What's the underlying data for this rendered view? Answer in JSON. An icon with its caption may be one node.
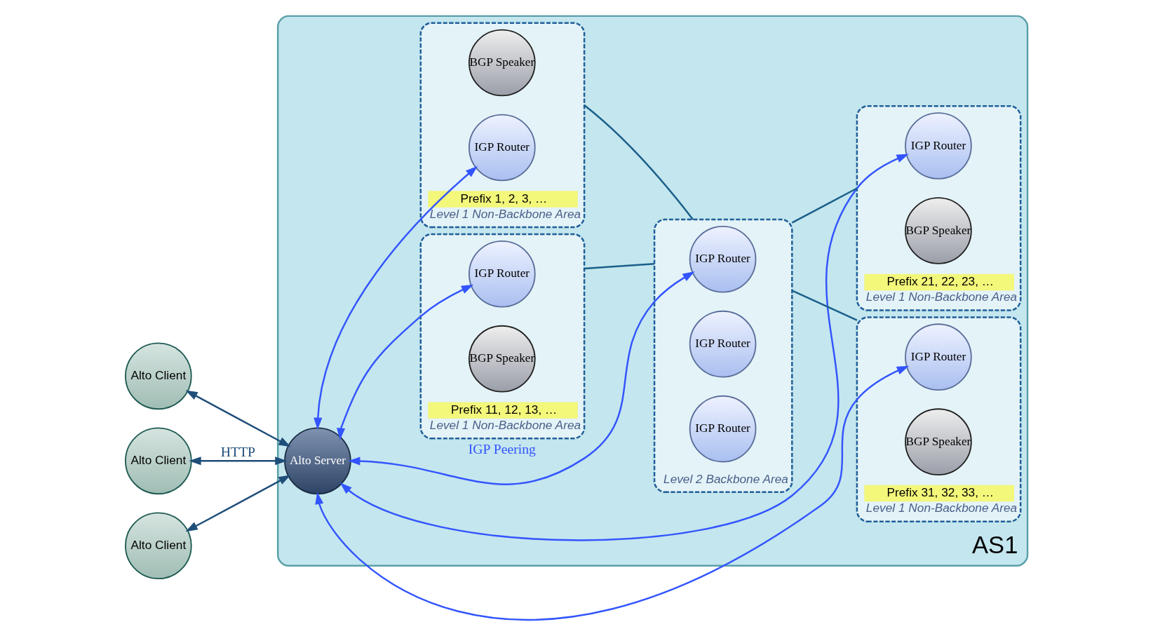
{
  "diagram": {
    "nodes": [
      {
        "text": [
          "AS1"
        ]
      },
      {
        "text": [
          "Alto Client"
        ]
      },
      {
        "text": [
          "Alto Client"
        ]
      },
      {
        "text": [
          "Alto Client"
        ]
      },
      {
        "text": [
          "Alto Server"
        ],
        "in": 0
      },
      {
        "text": [
          "Level 1 Non-Backbone Area"
        ],
        "in": 0,
        "beside": [
          "Prefix 1, 2, 3, …"
        ]
      },
      {
        "text": [
          "BGP Speaker"
        ],
        "in": 5
      },
      {
        "text": [
          "IGP Router"
        ],
        "in": 5
      },
      {
        "text": [
          "Level 1 Non-Backbone Area"
        ],
        "in": 0,
        "beside": [
          "Prefix 11, 12, 13, …"
        ]
      },
      {
        "text": [
          "IGP Router"
        ],
        "in": 8
      },
      {
        "text": [
          "BGP Speaker"
        ],
        "in": 8
      },
      {
        "text": [
          "Level 2 Backbone Area"
        ],
        "in": 0
      },
      {
        "text": [
          "IGP Router"
        ],
        "in": 11
      },
      {
        "text": [
          "IGP Router"
        ],
        "in": 11
      },
      {
        "text": [
          "IGP Router"
        ],
        "in": 11
      },
      {
        "text": [
          "Level 1 Non-Backbone Area"
        ],
        "in": 0,
        "beside": [
          "Prefix 31, 32, 33, …"
        ]
      },
      {
        "text": [
          "IGP Router"
        ],
        "in": 15
      },
      {
        "text": [
          "BGP Speaker"
        ],
        "in": 15
      },
      {
        "text": [
          "Level 1 Non-Backbone Area"
        ],
        "in": 0,
        "beside": [
          "Prefix 21, 22, 23, …"
        ]
      },
      {
        "text": [
          "IGP Router"
        ],
        "in": 18
      },
      {
        "text": [
          "BGP Speaker"
        ],
        "in": 18
      }
    ],
    "edges": [
      {
        "from": 4,
        "to": 1,
        "arrow": "both",
        "color": "#1f4e79"
      },
      {
        "from": 4,
        "to": 2,
        "arrow": "both",
        "label": "HTTP",
        "color": "#1f4e79"
      },
      {
        "from": 4,
        "to": 3,
        "arrow": "both",
        "color": "#1f4e79"
      },
      {
        "from": 4,
        "to": 7,
        "arrow": "both",
        "color": "#3355ff"
      },
      {
        "from": 4,
        "to": 9,
        "arrow": "both",
        "color": "#3355ff"
      },
      {
        "from": 4,
        "to": 12,
        "arrow": "both",
        "label": "IGP Peering",
        "color": "#3355ff"
      },
      {
        "from": 4,
        "to": 16,
        "arrow": "both",
        "color": "#3355ff"
      },
      {
        "from": 4,
        "to": 19,
        "arrow": "both",
        "color": "#3355ff"
      },
      {
        "from": 5,
        "to": 11,
        "arrow": "none",
        "color": "#1a5f8a"
      },
      {
        "from": 8,
        "to": 11,
        "arrow": "none",
        "color": "#1a5f8a"
      },
      {
        "from": 11,
        "to": 15,
        "arrow": "none",
        "color": "#1a5f8a"
      },
      {
        "from": 11,
        "to": 18,
        "arrow": "none",
        "color": "#1a5f8a"
      }
    ]
  }
}
